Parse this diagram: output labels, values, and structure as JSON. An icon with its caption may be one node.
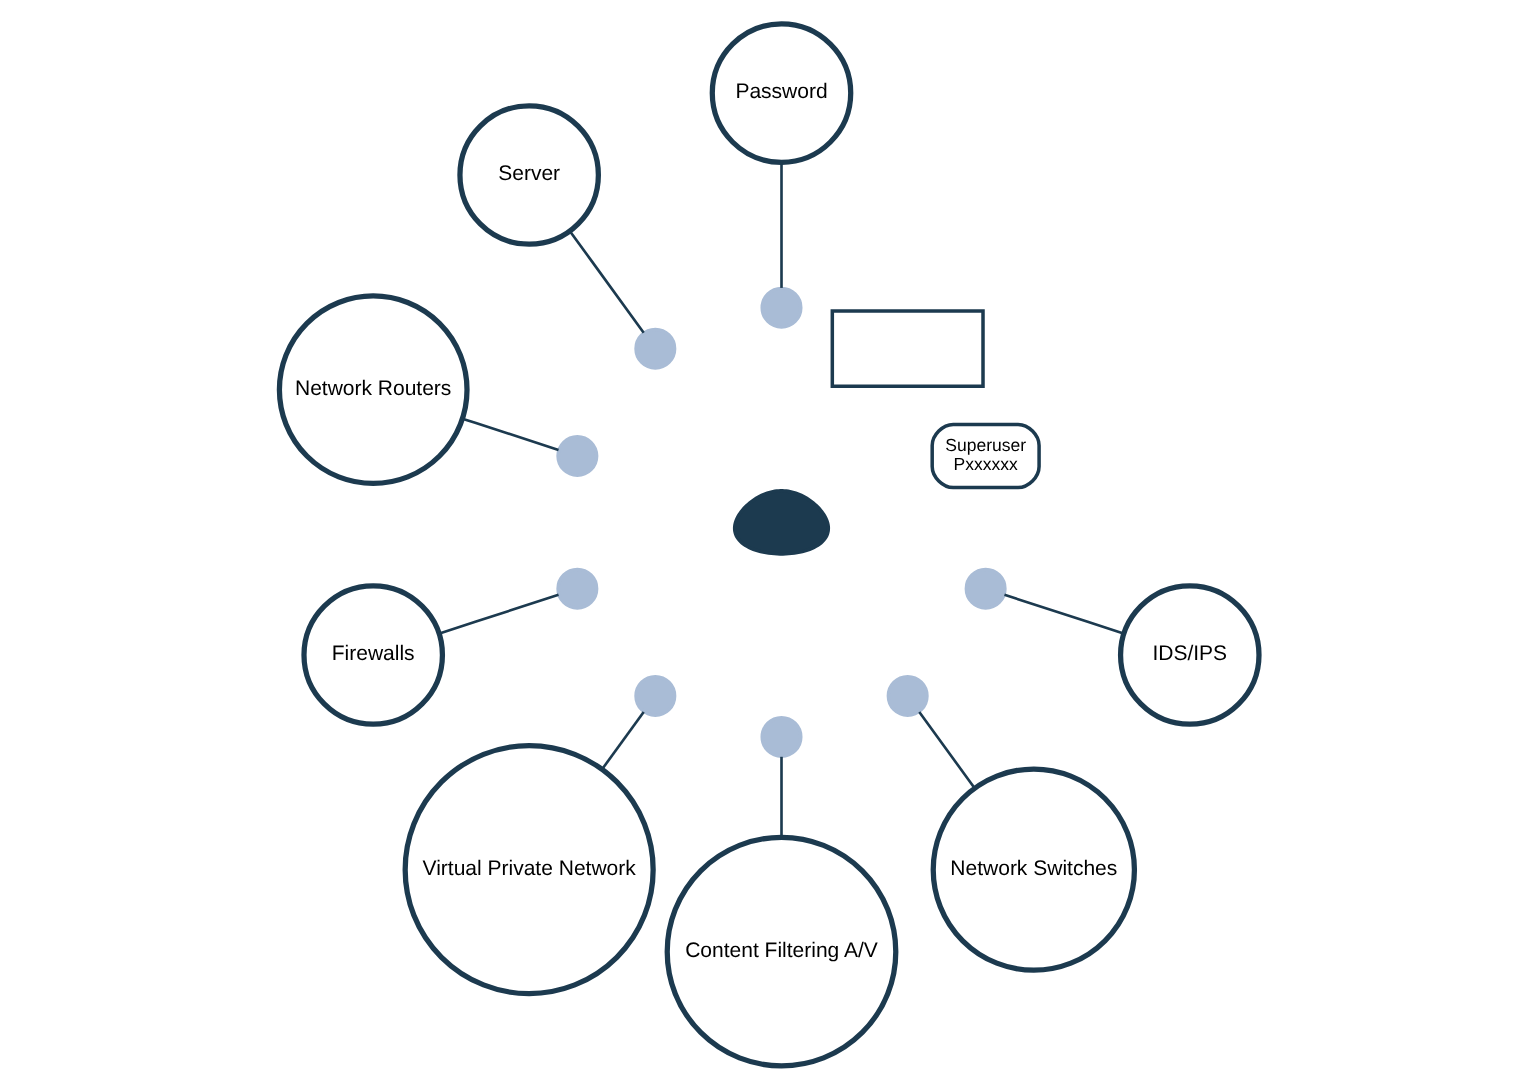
{
  "diagram": {
    "nodes": [
      {
        "text": [
          "Superuser",
          "Pxxxxxx"
        ]
      },
      {
        "text": [],
        "shape": "box"
      },
      {
        "text": [],
        "shape": "person"
      },
      {
        "text": [
          "Password"
        ]
      },
      {
        "text": [
          "Server"
        ]
      },
      {
        "text": [
          "Network Routers"
        ]
      },
      {
        "text": [
          "Firewalls"
        ]
      },
      {
        "text": [
          "Virtual Private Network"
        ]
      },
      {
        "text": [
          "Content Filtering A/V"
        ]
      },
      {
        "text": [
          "Network Switches"
        ]
      },
      {
        "text": [
          "IDS/IPS"
        ]
      },
      {
        "text": [],
        "shape": "circle"
      },
      {
        "text": [],
        "shape": "circle"
      },
      {
        "text": [],
        "shape": "circle"
      },
      {
        "text": [],
        "shape": "circle"
      },
      {
        "text": [],
        "shape": "circle"
      },
      {
        "text": [],
        "shape": "circle"
      },
      {
        "text": [],
        "shape": "circle"
      },
      {
        "text": [],
        "shape": "circle"
      }
    ],
    "edges": [
      {
        "from": 11,
        "to": 3,
        "arrow": "none"
      },
      {
        "from": 12,
        "to": 4,
        "arrow": "none"
      },
      {
        "from": 13,
        "to": 5,
        "arrow": "none"
      },
      {
        "from": 14,
        "to": 6,
        "arrow": "none"
      },
      {
        "from": 15,
        "to": 7,
        "arrow": "none"
      },
      {
        "from": 16,
        "to": 8,
        "arrow": "none"
      },
      {
        "from": 17,
        "to": 9,
        "arrow": "none"
      },
      {
        "from": 18,
        "to": 10,
        "arrow": "none"
      }
    ]
  }
}
